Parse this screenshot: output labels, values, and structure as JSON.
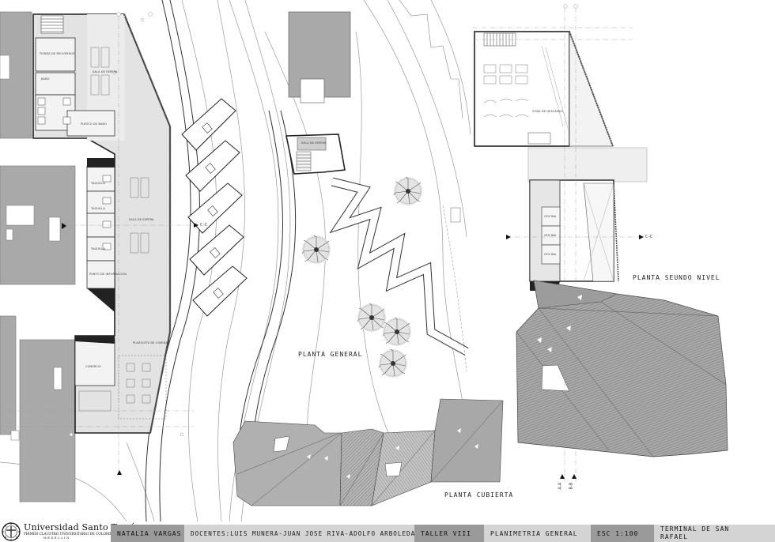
{
  "labels": {
    "general": "PLANTA GENERAL",
    "cubierta": "PLANTA CUBIERTA",
    "segundo": "PLANTA SEUNDO NIVEL"
  },
  "rooms": {
    "tienda": "TIENDA DE RECUERDOS",
    "bano": "BAÑO",
    "sala_espera_1": "SALA DE ESPERA",
    "puesto": "PUESTO DE BANO",
    "taquilla_1": "TAQUILLA",
    "taquilla_2": "TAQUILLA",
    "taquilla_3": "TAQUILLA",
    "sala_espera_2": "SALA DE ESPERA",
    "informacion": "PUNTO DE INFORMACION",
    "plazoleta": "PLAZOLETA DE COMIDAS",
    "comercio": "COMERCIO",
    "escaleras": "SALA DE ESPERA",
    "descanso": "ZONA DE DESCANSO",
    "oficina_1": "OFICINA",
    "oficina_2": "OFICINA",
    "oficina_3": "OFICINA"
  },
  "section_marks": {
    "cc_left": "C-C",
    "cc_right": "C-C",
    "aa": "A-A",
    "bb": "B-B"
  },
  "title_block": {
    "university": "Universidad Santo Tomás",
    "university_sub": "PRIMER CLAUSTRO UNIVERSITARIO DE COLOMBIA",
    "city": "MEDELLÍN",
    "student": "NATALIA VARGAS",
    "teachers": "DOCENTES:LUIS MUNERA-JUAN JOSE RIVA-ADOLFO ARBOLEDA",
    "course": "TALLER VIII",
    "sheet": "PLANIMETRIA GENERAL",
    "scale": "ESC 1:100",
    "project": "TERMINAL DE SAN RAFAEL"
  },
  "colors": {
    "block_gray": "#a9a9a9",
    "plan_fill": "#e3e3e3",
    "roof_dark": "#9b9b9b",
    "bar_dark": "#9a9a9a",
    "bar_light": "#d4d4d4"
  },
  "icons": [
    "university-seal-icon",
    "tree-icon",
    "section-arrow-icon"
  ]
}
